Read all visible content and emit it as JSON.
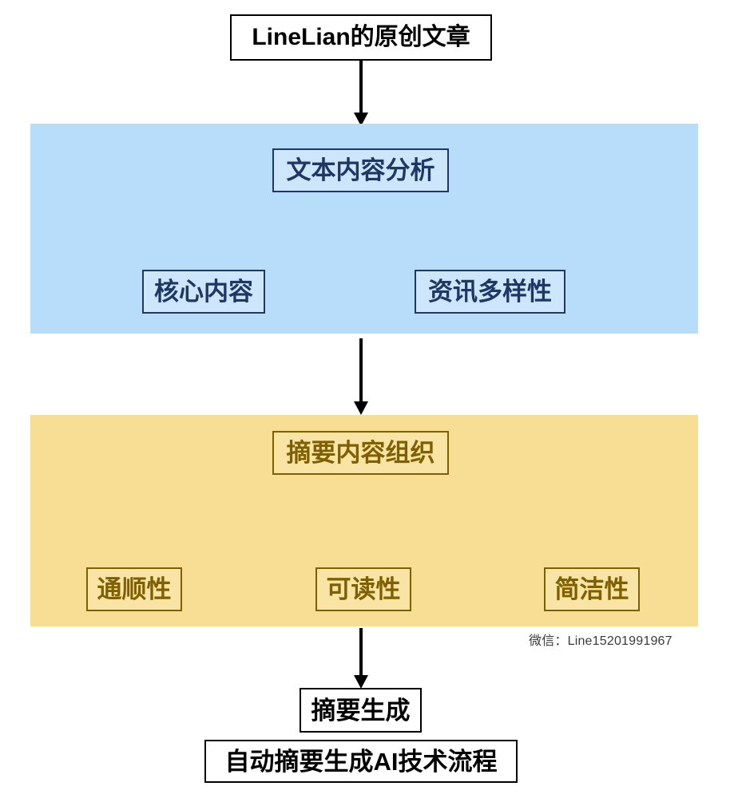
{
  "diagram": {
    "title": "自动摘要生成AI技术流程",
    "source_node": {
      "label": "LineLian的原创文章"
    },
    "phases": [
      {
        "id": "phase-text-analysis",
        "band_color": "#b7ddfb",
        "heading": "文本内容分析",
        "items": [
          {
            "label": "核心内容"
          },
          {
            "label": "资讯多样性"
          }
        ]
      },
      {
        "id": "phase-summary-organization",
        "band_color": "#f8dd95",
        "heading": "摘要内容组织",
        "items": [
          {
            "label": "通顺性"
          },
          {
            "label": "可读性"
          },
          {
            "label": "简洁性"
          }
        ]
      }
    ],
    "result_node": {
      "label": "摘要生成"
    },
    "caption": {
      "label": "自动摘要生成AI技术流程"
    },
    "watermark": {
      "label": "微信：Line15201991967"
    },
    "connectors": [
      {
        "name": "arrow-source-to-analysis",
        "from": "LineLian的原创文章",
        "to": "文本内容分析"
      },
      {
        "name": "arrow-analysis-to-organization",
        "from": "文本内容分析",
        "to": "摘要内容组织"
      },
      {
        "name": "arrow-organization-to-result",
        "from": "摘要内容组织",
        "to": "摘要生成"
      }
    ],
    "colors": {
      "blue_band": "#b7ddfb",
      "blue_node_fill": "#cde6fb",
      "blue_node_border": "#1f3763",
      "yellow_band": "#f8dd95",
      "yellow_node_fill": "#f9e3a5",
      "yellow_node_border": "#7f6000",
      "plain_border": "#000000",
      "arrow": "#000000"
    }
  }
}
